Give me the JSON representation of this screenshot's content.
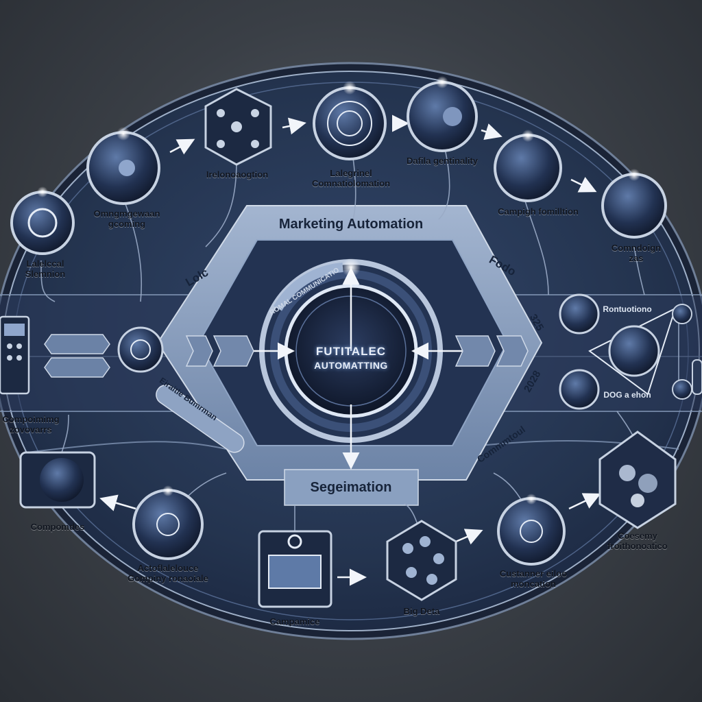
{
  "diagram": {
    "band_title": "Marketing Automation",
    "bottom_label": "Segeimation",
    "core": {
      "line1": "FUTITALEC",
      "line2": "AUTOMATTING"
    },
    "ring_text": "ROMAL COMMUNICATIO",
    "side_labels": {
      "left": "Lolc",
      "right_top": "Fodo",
      "right_num_a": "325",
      "right_num_b": "2028",
      "lower_left": "Eiraitle Bumrman",
      "lower_right": "Commmtoul"
    },
    "nodes": [
      {
        "id": "n1",
        "text": "Lalelccal\nSlemnion"
      },
      {
        "id": "n2",
        "text": "Omngmgewaan\ngcoming"
      },
      {
        "id": "n3",
        "text": "Irelonoaogtion"
      },
      {
        "id": "n4",
        "text": "Lalegrinel\nComnatiolomation"
      },
      {
        "id": "n5",
        "text": "Dafila gentinality"
      },
      {
        "id": "n6",
        "text": "Campigh fomilltion"
      },
      {
        "id": "n7",
        "text": "Comndoign\nzas"
      },
      {
        "id": "n8",
        "text": "Rontuotiono"
      },
      {
        "id": "n9",
        "text": "DOG a ehon"
      },
      {
        "id": "n10",
        "text": "Coesemy\nfroithonoatico"
      },
      {
        "id": "n11",
        "text": "Custanner eiloo\nmoncation"
      },
      {
        "id": "n12",
        "text": "Big Deta"
      },
      {
        "id": "n13",
        "text": "Campamice"
      },
      {
        "id": "n14",
        "text": "Actoflalelouce\nGompiny ronaoiale"
      },
      {
        "id": "n15",
        "text": "Compomdes"
      },
      {
        "id": "n16",
        "text": "Compoimimg\nzovovarrs"
      }
    ]
  },
  "colors": {
    "panel": "#263553",
    "panel_edge": "#8ea0bc",
    "band": "#7d94b6",
    "node_fill": "#1d2a45",
    "node_rim": "#c7d2e2",
    "glow": "#e6f0ff"
  }
}
